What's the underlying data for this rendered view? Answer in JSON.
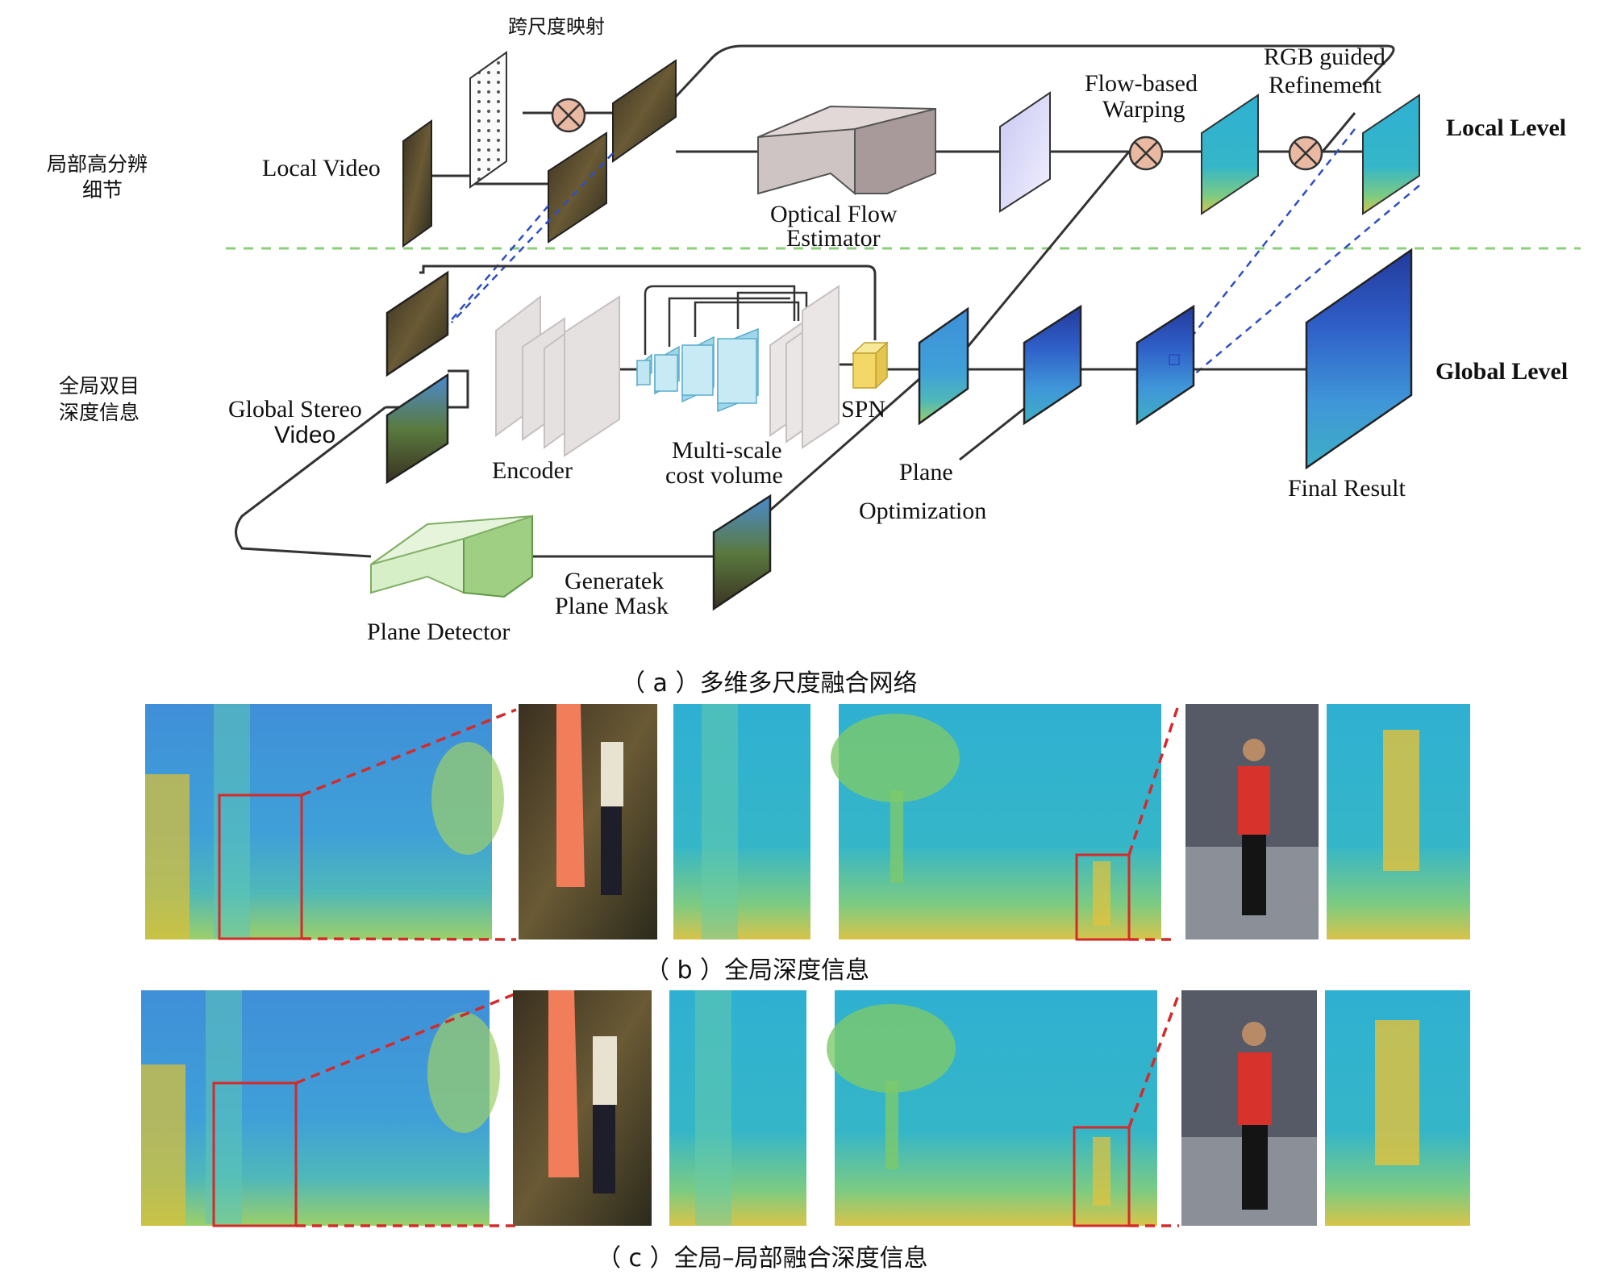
{
  "diagram": {
    "title_cross_scale": "跨尺度映射",
    "left_local": [
      "局部高分辨",
      "细节"
    ],
    "left_global": [
      "全局双目",
      "深度信息"
    ],
    "local_video": "Local Video",
    "global_stereo_video": [
      "Global  Stereo",
      "Video"
    ],
    "optical_flow": [
      "Optical Flow",
      "Estimator"
    ],
    "flow_warping": [
      "Flow-based",
      "Warping"
    ],
    "rgb_refinement": [
      "RGB guided",
      "Refinement"
    ],
    "local_level": "Local Level",
    "global_level": "Global Level",
    "encoder": "Encoder",
    "cost_volume": [
      "Multi-scale",
      "cost volume"
    ],
    "spn": "SPN",
    "plane_opt": [
      "Plane",
      "Optimization"
    ],
    "final_result": "Final  Result",
    "plane_mask": [
      "Generatek",
      "Plane Mask"
    ],
    "plane_detector": "Plane Detector"
  },
  "captions": {
    "a": "（ a ）多维多尺度融合网络",
    "b": "（ b ）全局深度信息",
    "c": "（ c ）全局–局部融合深度信息"
  },
  "colors": {
    "depth_blue": "#3f8fd8",
    "depth_yellow": "#e6c23a",
    "depth_green": "#7dc96a",
    "highlight_red": "#d42a2a",
    "guide_blue": "#2f4fc2",
    "guide_green": "#8ccf7a",
    "cube_cyan": "#9fd6ea",
    "spn_yellow": "#f3d767",
    "detector_green": "#bfe2a8"
  }
}
